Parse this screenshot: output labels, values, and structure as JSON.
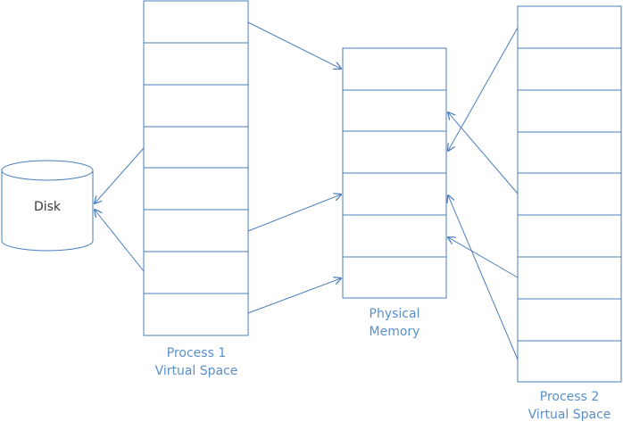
{
  "diagram": {
    "stroke_color": "#4a7ebb",
    "label_color": "#5b8fc9",
    "disk": {
      "label": "Disk"
    },
    "process1": {
      "label_line1": "Process 1",
      "label_line2": "Virtual Space",
      "pages": 8
    },
    "physical": {
      "label_line1": "Physical",
      "label_line2": "Memory",
      "frames": 6
    },
    "process2": {
      "label_line1": "Process 2",
      "label_line2": "Virtual Space",
      "pages": 9
    }
  }
}
